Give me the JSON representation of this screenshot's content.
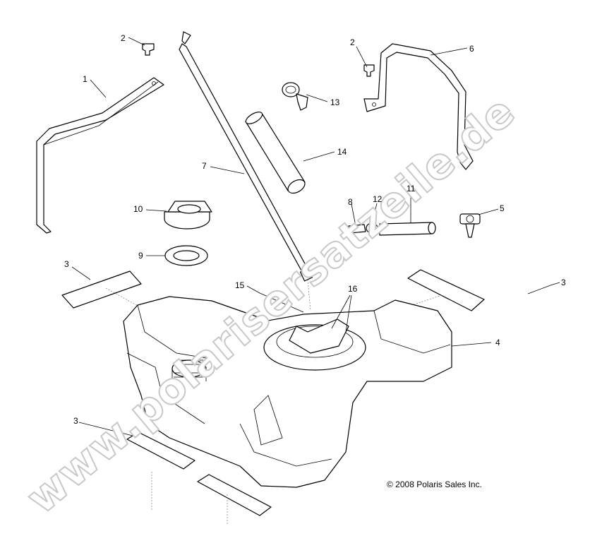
{
  "callouts": {
    "c1": "1",
    "c2a": "2",
    "c2b": "2",
    "c3a": "3",
    "c3b": "3",
    "c3c": "3",
    "c4": "4",
    "c5": "5",
    "c6": "6",
    "c7": "7",
    "c8": "8",
    "c9": "9",
    "c10": "10",
    "c11": "11",
    "c12": "12",
    "c13": "13",
    "c14": "14",
    "c15": "15",
    "c16": "16"
  },
  "copyright": "© 2008 Polaris Sales Inc.",
  "watermark": "www.polarisersatzeile.de",
  "colors": {
    "line": "#000000",
    "watermark_stroke": "#c8c8c8",
    "background": "#ffffff"
  }
}
